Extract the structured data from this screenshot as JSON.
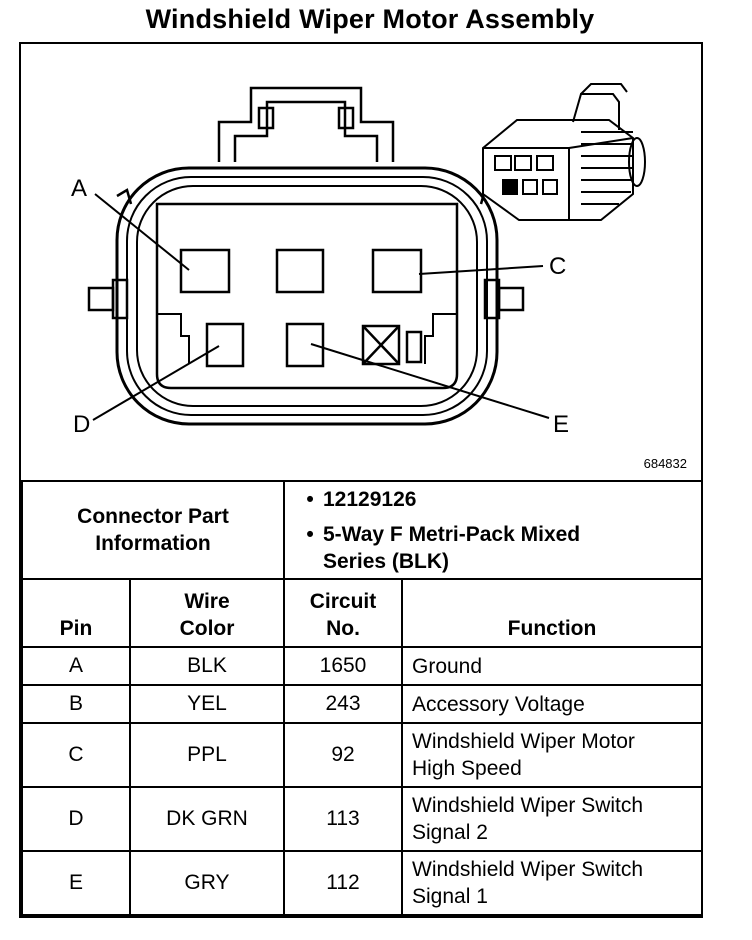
{
  "title": "Windshield Wiper Motor Assembly",
  "figure_number": "684832",
  "pin_letters": {
    "a": "A",
    "c": "C",
    "d": "D",
    "e": "E"
  },
  "connector_info": {
    "label_line1": "Connector Part",
    "label_line2": "Information",
    "bullet_symbol": "•",
    "part_number": "12129126",
    "description_line1": "5-Way F Metri-Pack Mixed",
    "description_line2": "Series (BLK)"
  },
  "table": {
    "headers": {
      "pin": "Pin",
      "wire_color_line1": "Wire",
      "wire_color_line2": "Color",
      "circuit_line1": "Circuit",
      "circuit_line2": "No.",
      "function": "Function"
    },
    "rows": [
      {
        "pin": "A",
        "wire_color": "BLK",
        "circuit": "1650",
        "function_line1": "Ground",
        "function_line2": ""
      },
      {
        "pin": "B",
        "wire_color": "YEL",
        "circuit": "243",
        "function_line1": "Accessory Voltage",
        "function_line2": ""
      },
      {
        "pin": "C",
        "wire_color": "PPL",
        "circuit": "92",
        "function_line1": "Windshield Wiper Motor",
        "function_line2": "High Speed"
      },
      {
        "pin": "D",
        "wire_color": "DK GRN",
        "circuit": "113",
        "function_line1": "Windshield Wiper Switch",
        "function_line2": "Signal 2"
      },
      {
        "pin": "E",
        "wire_color": "GRY",
        "circuit": "112",
        "function_line1": "Windshield Wiper Switch",
        "function_line2": "Signal 1"
      }
    ]
  }
}
